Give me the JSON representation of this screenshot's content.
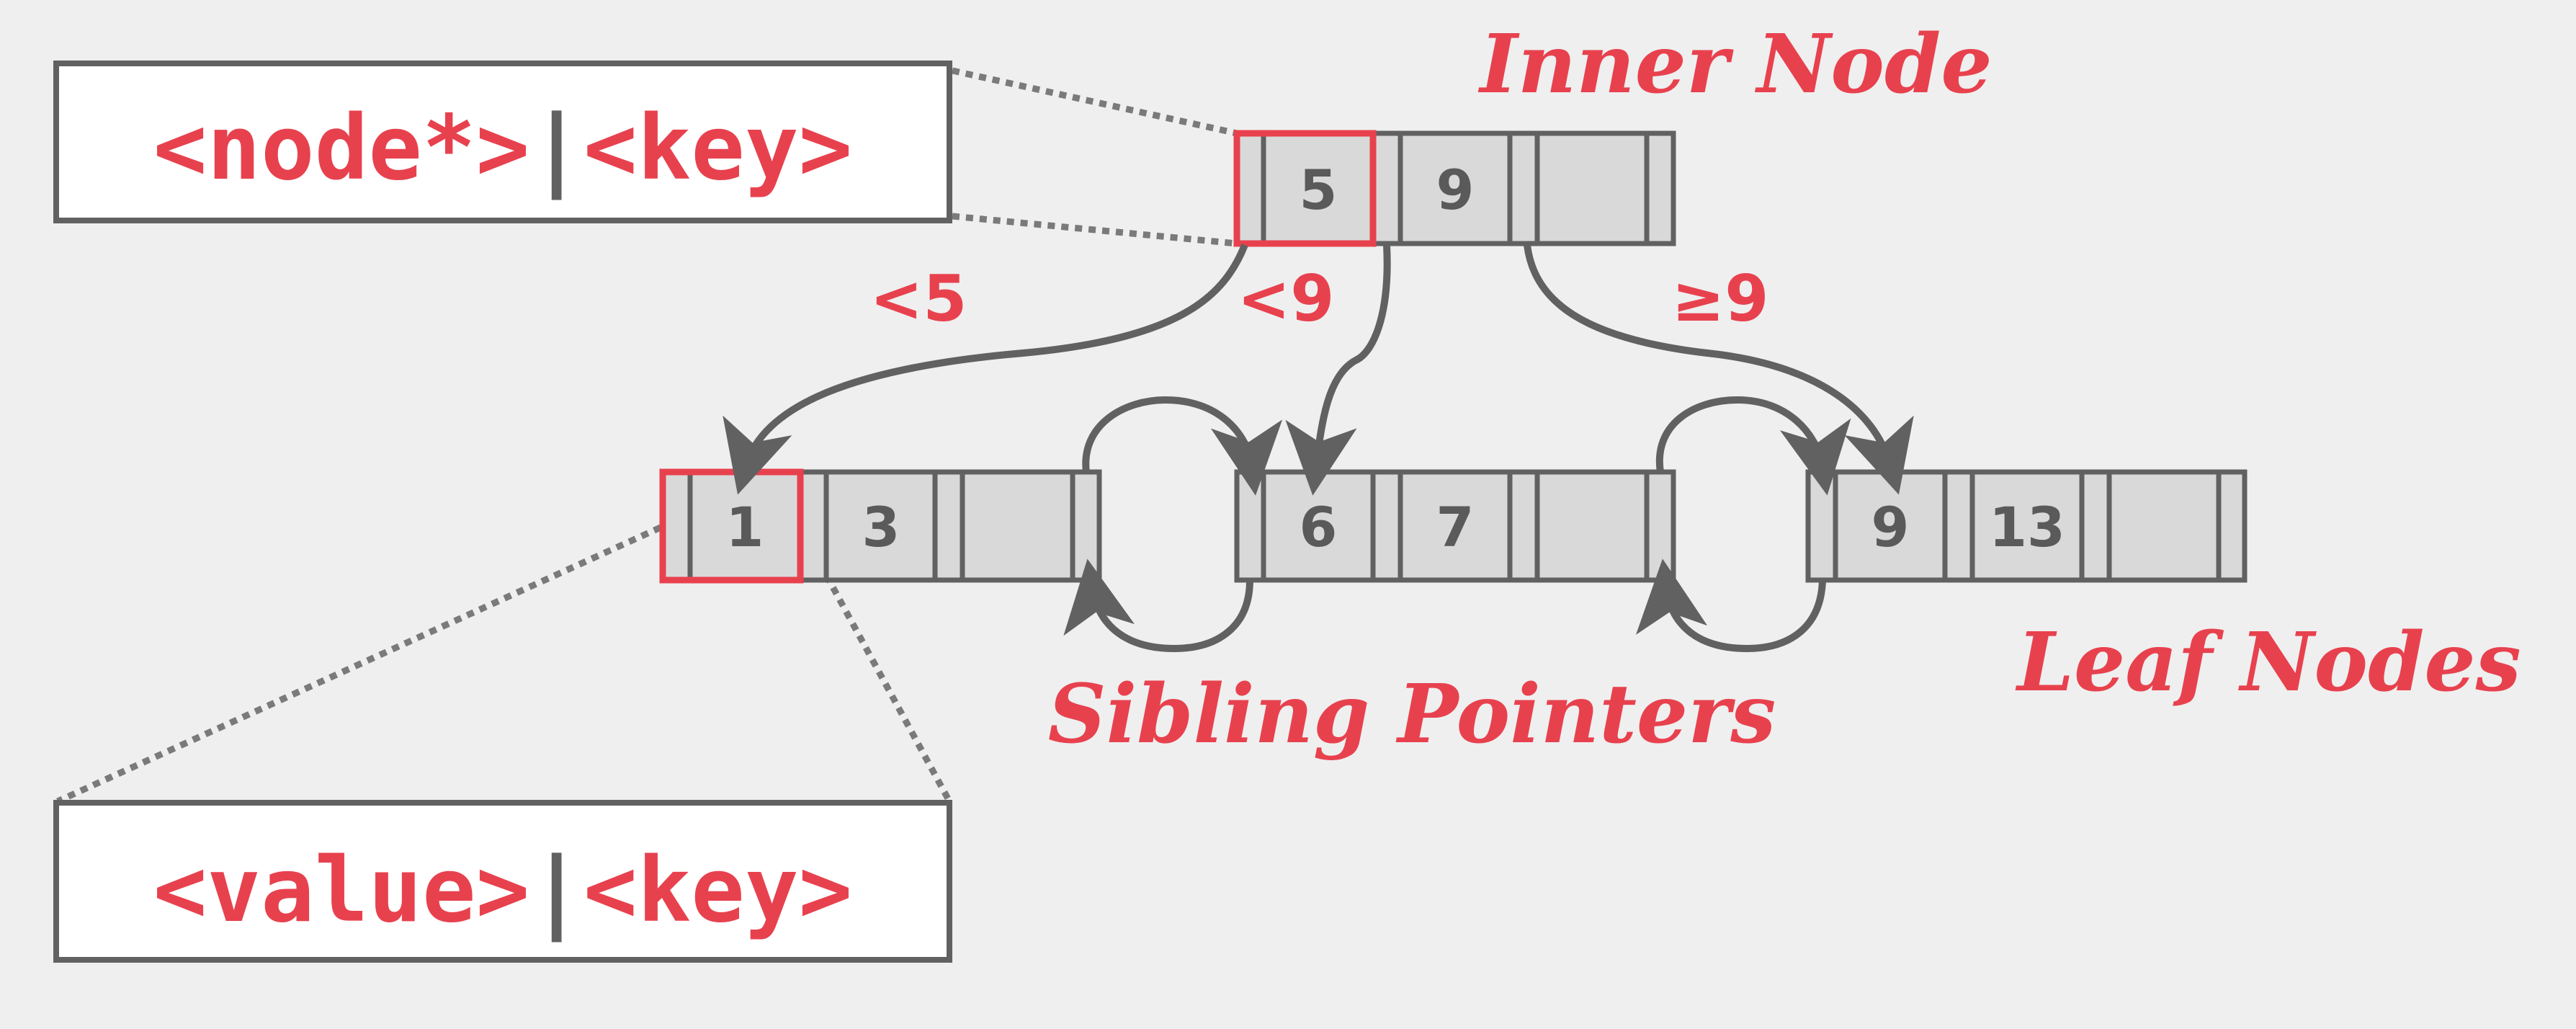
{
  "colors": {
    "accent": "#e8414e",
    "stroke": "#616161",
    "cell_fill": "#d9d9d9",
    "background": "#efefef",
    "box_fill": "#ffffff"
  },
  "format_boxes": {
    "inner": {
      "part1": "<node*>",
      "sep": "|",
      "part2": "<key>"
    },
    "leaf": {
      "part1": "<value>",
      "sep": "|",
      "part2": "<key>"
    }
  },
  "labels": {
    "inner_node": "Inner Node",
    "leaf_nodes": "Leaf Nodes",
    "sibling_pointers": "Sibling Pointers"
  },
  "edge_labels": {
    "lt5": "<5",
    "lt9": "<9",
    "ge9": "≥9"
  },
  "inner_node": {
    "keys": [
      "5",
      "9",
      ""
    ]
  },
  "leaf_nodes": [
    {
      "keys": [
        "1",
        "3",
        ""
      ]
    },
    {
      "keys": [
        "6",
        "7",
        ""
      ]
    },
    {
      "keys": [
        "9",
        "13",
        ""
      ]
    }
  ]
}
